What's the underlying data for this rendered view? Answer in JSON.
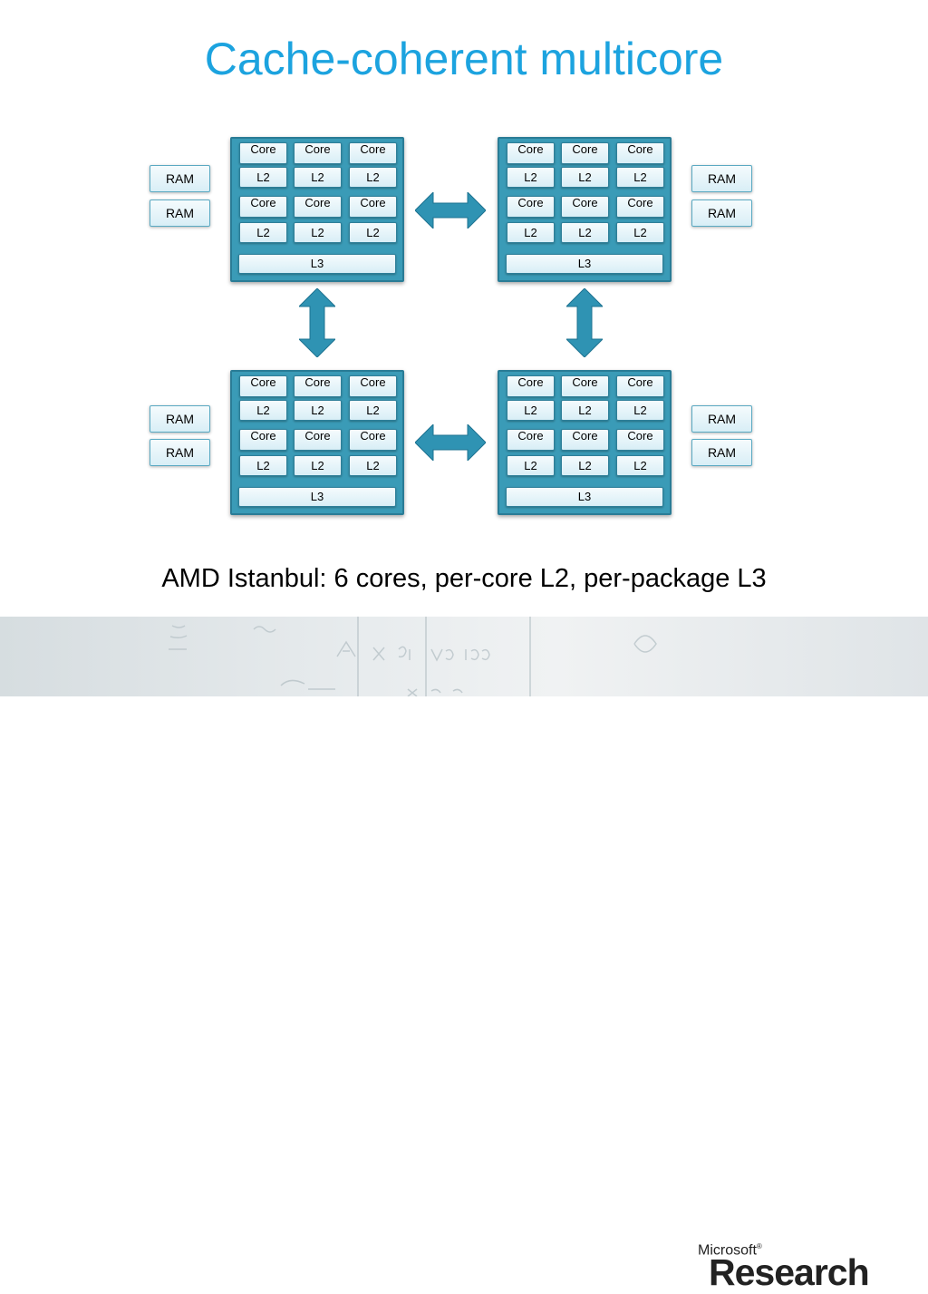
{
  "title": "Cache-coherent multicore",
  "caption": "AMD Istanbul: 6 cores, per-core L2, per-package L3",
  "labels": {
    "core": "Core",
    "l2": "L2",
    "l3": "L3",
    "ram": "RAM"
  },
  "logo": {
    "company": "Microsoft",
    "trademark": "®",
    "division": "Research"
  },
  "colors": {
    "title": "#1ca3df",
    "package": "#3a9bb7",
    "arrow": "#2f93b3"
  }
}
